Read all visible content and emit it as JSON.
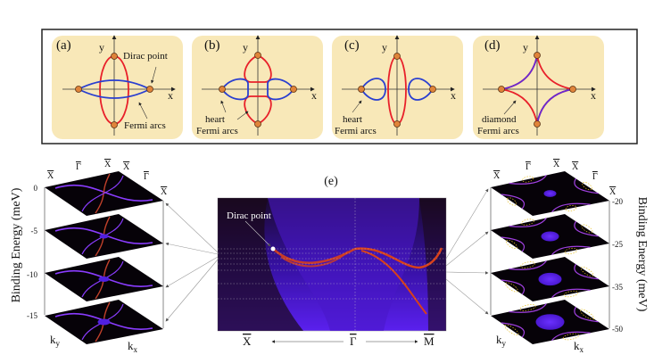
{
  "colors": {
    "panel_fill": "#f8e8b8",
    "fermi_red": "#e8202a",
    "fermi_blue": "#2a3fd0",
    "dirac_orange": "#e0843a",
    "band_purple": "#5a1cff",
    "band_red": "#d8401a"
  },
  "panels": [
    {
      "tag": "(a)",
      "y": "y",
      "x": "x",
      "labels": [
        "Dirac point",
        "Fermi arcs"
      ]
    },
    {
      "tag": "(b)",
      "y": "y",
      "x": "x",
      "labels": [
        "heart",
        "Fermi arcs"
      ]
    },
    {
      "tag": "(c)",
      "y": "y",
      "x": "x",
      "labels": [
        "heart",
        "Fermi arcs"
      ]
    },
    {
      "tag": "(d)",
      "y": "y",
      "x": "x",
      "labels": [
        "diamond",
        "Fermi arcs"
      ]
    }
  ],
  "left_stack": {
    "ylabel": "Binding Energy (meV)",
    "ticks": [
      "0",
      "-5",
      "-10",
      "-15"
    ],
    "top_labels": [
      "X",
      "Γ",
      "X",
      "X",
      "Γ",
      "X"
    ],
    "ky": "k",
    "ky_sub": "y",
    "kx": "k",
    "kx_sub": "x"
  },
  "right_stack": {
    "ylabel": "Binding Energy (meV)",
    "ticks": [
      "-20",
      "-25",
      "-35",
      "-50"
    ],
    "top_labels": [
      "X",
      "Γ",
      "X",
      "X",
      "Γ",
      "X"
    ],
    "ky": "k",
    "ky_sub": "y",
    "kx": "k",
    "kx_sub": "x"
  },
  "center": {
    "tag": "(e)",
    "dirac_label": "Dirac point",
    "axis_labels": [
      "X",
      "Γ",
      "M"
    ]
  }
}
